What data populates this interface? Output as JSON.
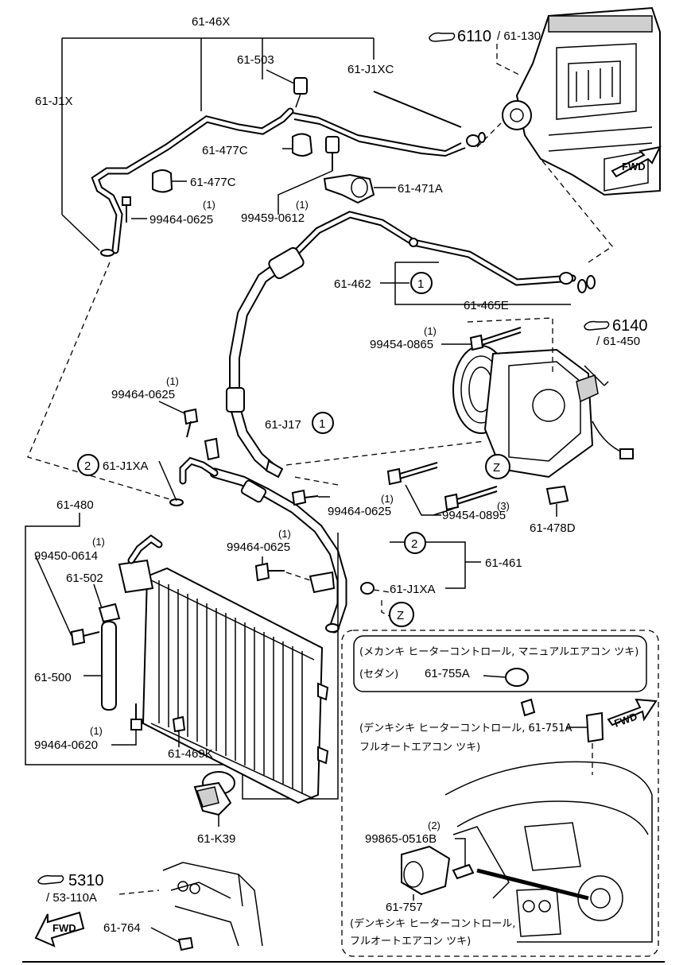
{
  "labels": {
    "l_61_46X": "61-46X",
    "l_61_503": "61-503",
    "l_61_J1XC": "61-J1XC",
    "l_61_J1X": "61-J1X",
    "l_6110": "6110",
    "l_61_130": "/ 61-130",
    "l_61_477C_a": "61-477C",
    "l_61_477C_b": "61-477C",
    "l_61_471A": "61-471A",
    "l_q1a": "(1)",
    "l_99464_0625_a": "99464-0625",
    "l_q1b": "(1)",
    "l_99459_0612": "99459-0612",
    "l_61_462": "61-462",
    "l_61_465E": "61-465E",
    "l_q1c": "(1)",
    "l_99454_0865": "99454-0865",
    "l_6140": "6140",
    "l_61_450": "/ 61-450",
    "l_q1d": "(1)",
    "l_99464_0625_b": "99464-0625",
    "l_61_J17": "61-J17",
    "l_61_J1XA_a": "61-J1XA",
    "l_99464_0625_c": "99464-0625",
    "l_q1e": "(1)",
    "l_99454_0895": "99454-0895",
    "l_q3": "(3)",
    "l_61_480": "61-480",
    "l_q1f": "(1)",
    "l_99450_0614": "99450-0614",
    "l_61_502": "61-502",
    "l_q1g": "(1)",
    "l_99464_0625_d": "99464-0625",
    "l_61_461": "61-461",
    "l_61_J1XA_b": "61-J1XA",
    "l_61_478D": "61-478D",
    "l_61_500": "61-500",
    "l_q1h": "(1)",
    "l_99464_0620": "99464-0620",
    "l_61_469K": "61-469K",
    "l_61_K39": "61-K39",
    "l_5310": "5310",
    "l_53_110A": "/ 53-110A",
    "l_61_764": "61-764",
    "l_jp1": "(メカンキ  ヒーターコントロール, マニュアルエアコン  ツキ)",
    "l_jp2": "(セダン)",
    "l_61_755A": "61-755A",
    "l_jp3": "(デンキシキ  ヒーターコントロール, 61-751A",
    "l_jp4": "フルオートエアコン  ツキ)",
    "l_q2": "(2)",
    "l_99865_0516B": "99865-0516B",
    "l_61_757": "61-757",
    "l_jp5": "(デンキシキ  ヒーターコントロール,",
    "l_jp6": "フルオートエアコン  ツキ)",
    "c1a": "1",
    "c1b": "1",
    "c2a": "2",
    "c2b": "2",
    "cZa": "Z",
    "cZb": "Z",
    "fwd_a": "FWD",
    "fwd_b": "FWD",
    "fwd_c": "FWD"
  }
}
